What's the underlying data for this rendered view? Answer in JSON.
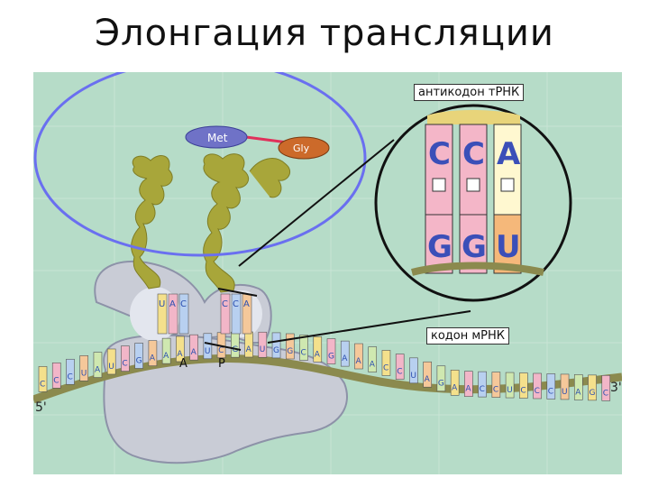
{
  "title": "Элонгация трансляции",
  "labels": {
    "anticodon_trna": "антикодон тРНК",
    "codon_mrna": "кодон мРНК",
    "site_a": "А",
    "site_p": "Р",
    "five_prime": "5'",
    "three_prime": "3'"
  },
  "amino_acids": {
    "met": "Met",
    "gly": "Gly"
  },
  "zoom": {
    "anticodon_bases": [
      "C",
      "C",
      "A"
    ],
    "codon_bases": [
      "G",
      "G",
      "U"
    ]
  },
  "mrna_bases": [
    "C",
    "C",
    "C",
    "U",
    "A",
    "U",
    "C",
    "G",
    "A",
    "A",
    "A",
    "A",
    "U",
    "C",
    "G",
    "A",
    "U",
    "G",
    "G",
    "C",
    "A",
    "G",
    "A",
    "A",
    "A",
    "C",
    "C",
    "U",
    "A",
    "G",
    "A",
    "A",
    "C",
    "C",
    "U",
    "C",
    "C",
    "C",
    "U",
    "A",
    "G",
    "C"
  ],
  "trna_anticodons": [
    [
      "U",
      "A",
      "C"
    ],
    [
      "C",
      "C",
      "A"
    ]
  ],
  "colors": {
    "background": "#b6dcc8",
    "ribosome": "#c9ccd6",
    "trna": "#a8a63a",
    "ellipse": "#6a6ff0",
    "met": "#6f72c7",
    "gly": "#cc6a2a",
    "mrna_backbone": "#8b8a4e"
  }
}
